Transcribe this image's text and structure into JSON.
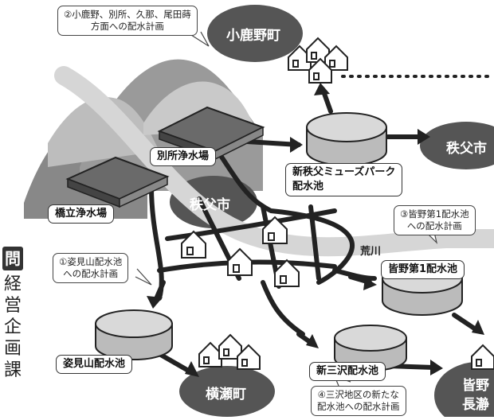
{
  "areas": {
    "kojika": "小鹿野町",
    "chichibu_east": "秩父市",
    "chichibu_center": "秩父市",
    "yokoze": "横瀬町",
    "minano_right_1": "皆野",
    "minano_right_2": "長瀞"
  },
  "facilities": {
    "bessho": "別所浄水場",
    "hashidate": "橋立浄水場",
    "muse_line1": "新秩父ミューズパーク",
    "muse_line2": "配水池",
    "minano1": "皆野第1配水池",
    "sugatamiyama": "姿見山配水池",
    "shinmisawa": "新三沢配水池"
  },
  "notes": {
    "n2_line1": "②小鹿野、別所、久那、尾田蒔",
    "n2_line2": "方面への配水計画",
    "n3_line1": "③皆野第1配水池",
    "n3_line2": "への配水計画",
    "n1_line1": "①姿見山配水池",
    "n1_line2": "への配水計画",
    "n4_line1": "④三沢地区の新たな",
    "n4_line2": "配水池への配水計画"
  },
  "river": "荒川",
  "title": {
    "badge": "問",
    "chars": [
      "経",
      "営",
      "企",
      "画",
      "課"
    ]
  }
}
